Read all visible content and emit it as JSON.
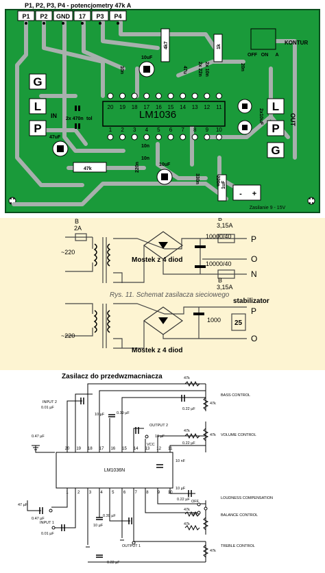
{
  "pcb": {
    "title": "P1, P2, P3, P4 - potencjometry 47k A",
    "connectors": [
      "P1",
      "P2",
      "GND",
      "17",
      "P3",
      "P4"
    ],
    "chip": "LM1036",
    "left_jack": [
      "G",
      "L",
      "P"
    ],
    "right_jack": [
      "L",
      "P",
      "G"
    ],
    "label_in": "IN",
    "label_out": "OUT",
    "label_kontur": "KONTUR",
    "switch_labels": [
      "OFF",
      "ON",
      "A"
    ],
    "supply_minus": "-",
    "supply_plus": "+",
    "supply_text": "Zasilanie 9 - 15V",
    "components": {
      "c_470n": "2x 470n",
      "tol": "tol",
      "c_10uf_top": "10uF",
      "c_47uf": "47uF",
      "c_10uf_bottom": "10uF",
      "r_47k": "47k",
      "r_4k7": "4k7",
      "r_1k": "1k",
      "c_2x10uf": "2x10uF",
      "c_10n_a": "10n",
      "c_10n_b": "10n",
      "c_2x22n": "2x 22n",
      "c_2x10n": "2x 10n",
      "c_220n_a": "220n",
      "c_220n_b": "220n",
      "c_330n": "330n",
      "c_1uf": "1uF",
      "c_10n_c": "10n",
      "c_20n": "20n",
      "c_47u": "47u"
    },
    "pins_top": [
      "20",
      "19",
      "18",
      "17",
      "16",
      "15",
      "14",
      "13",
      "12",
      "11"
    ],
    "pins_bottom": [
      "1",
      "2",
      "3",
      "4",
      "5",
      "6",
      "7",
      "8",
      "9",
      "10"
    ]
  },
  "psu": {
    "fuse_top": "B",
    "fuse_top_val": "2A",
    "mains_1": "~220",
    "bridge_1": "Mostek z 4 diod",
    "fuse_p": "B",
    "fuse_p_val": "3,15A",
    "cap_1": "10000/40",
    "cap_2": "10000/40",
    "fuse_n": "B",
    "fuse_n_val": "3,15A",
    "label_p": "P",
    "label_o": "O",
    "label_n": "N",
    "caption": "Rys. 11. Schemat zasilacza sieciowego",
    "stabilizator": "stabilizator",
    "mains_2": "~220",
    "bridge_2": "Mostek z 4 diod",
    "cap_3": "1000",
    "reg": "25",
    "label_p2": "P",
    "label_o2": "O"
  },
  "schematic": {
    "title": "Zasilacz do przedwzmacniacza",
    "chip": "LM1036N",
    "bass": "BASS CONTROL",
    "volume": "VOLUME CONTROL",
    "loudness": "LOUDNESS COMPENSATION",
    "balance": "BALANCE CONTROL",
    "treble": "TREBLE CONTROL",
    "off": "OFF",
    "on": "ON",
    "input2": "INPUT 2",
    "input1": "INPUT 1",
    "output2": "OUTPUT 2",
    "output1": "OUTPUT 1",
    "vcc": "VCC",
    "pins_top": [
      "20",
      "19",
      "18",
      "17",
      "16",
      "15",
      "14",
      "13",
      "12",
      "11"
    ],
    "pins_bottom": [
      "1",
      "2",
      "3",
      "4",
      "5",
      "6",
      "7",
      "8",
      "9",
      "10"
    ],
    "values": {
      "r47k_1": "47k",
      "r47k_2": "47k",
      "r47k_3": "47k",
      "r47k_4": "47k",
      "r47k_5": "47k",
      "r47k_6": "47k",
      "r47k_7": "47k",
      "c022_1": "0.22 µF",
      "c022_2": "0.22 µF",
      "c022_3": "0.22 µF",
      "c022_4": "0.22 µF",
      "c001_1": "0.01 µF",
      "c001_2": "0.01 µF",
      "c039_1": "0.39 µF",
      "c039_2": "0.39 µF",
      "c047_1": "0.47 µF",
      "c047_2": "0.47 µF",
      "c10_1": "10 µF",
      "c10_2": "10 µF",
      "c10_3": "10 µF",
      "c10_4": "10 µF",
      "c10n": "10 nF",
      "c47": "47 µF"
    }
  }
}
